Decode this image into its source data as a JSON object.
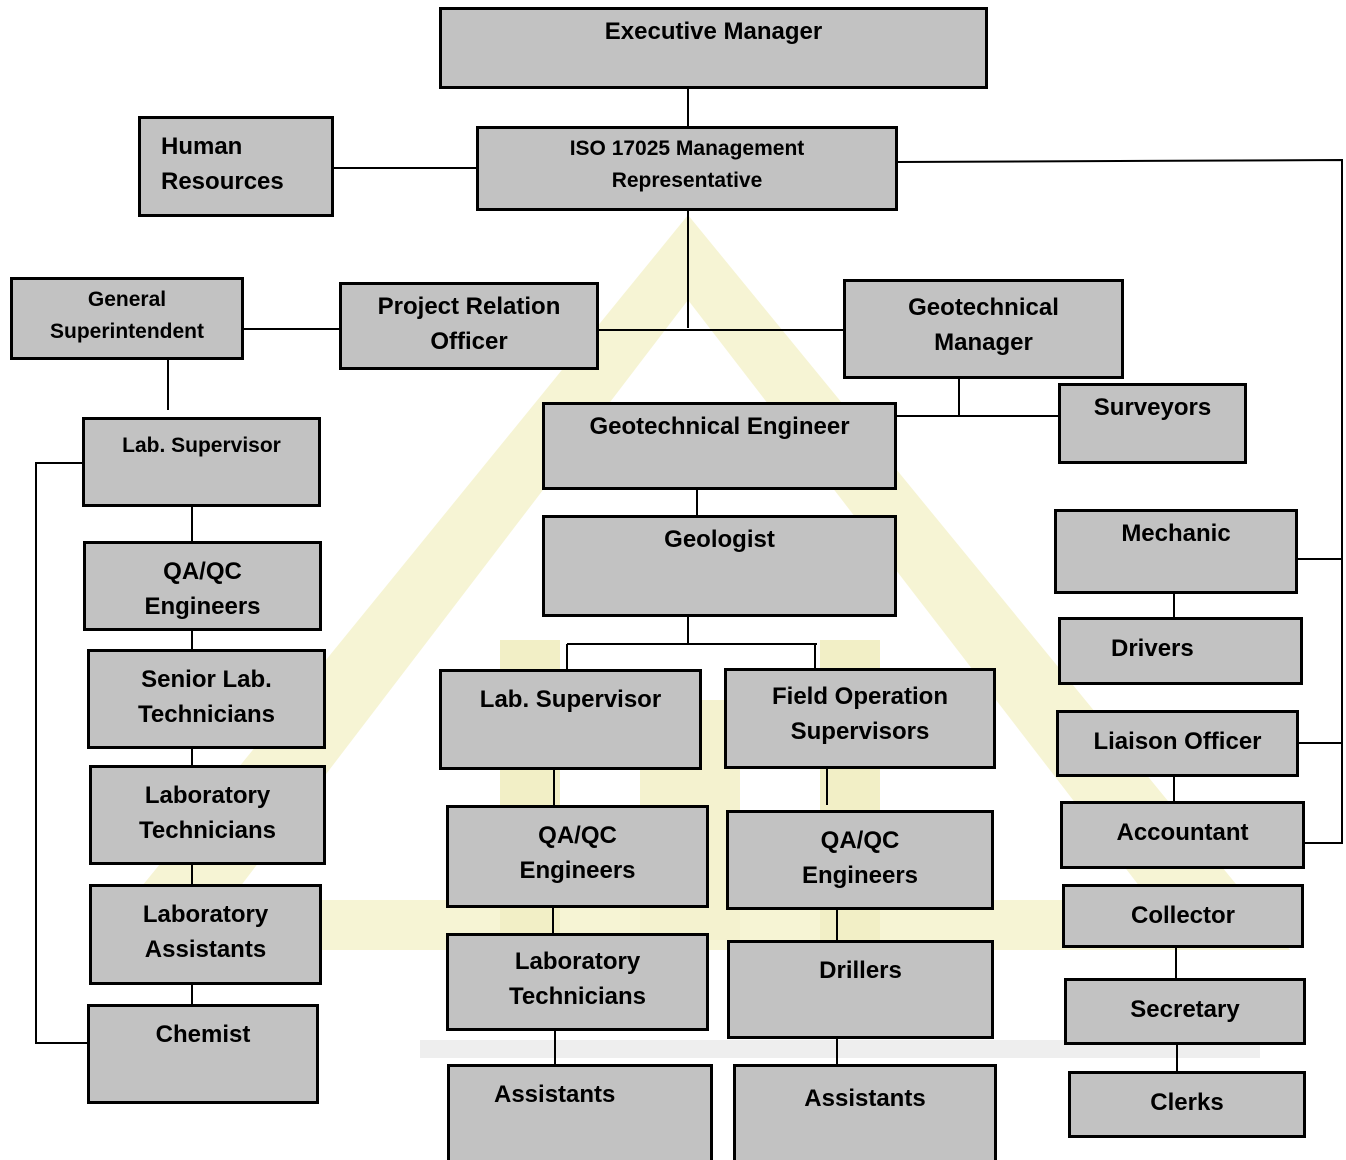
{
  "colors": {
    "box_fill": "#c2c2c2",
    "border": "#000000",
    "watermark": "#f3f1c2"
  },
  "boxes": {
    "executive_manager": "Executive Manager",
    "iso_rep": [
      "ISO 17025 Management",
      "Representative"
    ],
    "human_resources": [
      "Human",
      "Resources"
    ],
    "general_superintendent": [
      "General",
      "Superintendent"
    ],
    "project_relation_officer": [
      "Project Relation",
      "Officer"
    ],
    "geotechnical_manager": [
      "Geotechnical",
      "Manager"
    ],
    "surveyors": "Surveyors",
    "geotechnical_engineer": "Geotechnical Engineer",
    "geologist": "Geologist",
    "lab_supervisor_left": "Lab. Supervisor",
    "qaqc_left": [
      "QA/QC",
      "Engineers"
    ],
    "senior_lab_technicians": [
      "Senior Lab.",
      "Technicians"
    ],
    "lab_technicians_left": [
      "Laboratory",
      "Technicians"
    ],
    "lab_assistants_left": [
      "Laboratory",
      "Assistants"
    ],
    "chemist": "Chemist",
    "lab_supervisor_center": "Lab. Supervisor",
    "qaqc_center": [
      "QA/QC",
      "Engineers"
    ],
    "lab_technicians_center": [
      "Laboratory",
      "Technicians"
    ],
    "assistants_center": "Assistants",
    "field_operation_supervisors": [
      "Field Operation",
      "Supervisors"
    ],
    "qaqc_field": [
      "QA/QC",
      "Engineers"
    ],
    "drillers": "Drillers",
    "assistants_field": "Assistants",
    "mechanic": "Mechanic",
    "drivers": "Drivers",
    "liaison_officer": "Liaison Officer",
    "accountant": "Accountant",
    "collector": "Collector",
    "secretary": "Secretary",
    "clerks": "Clerks"
  }
}
